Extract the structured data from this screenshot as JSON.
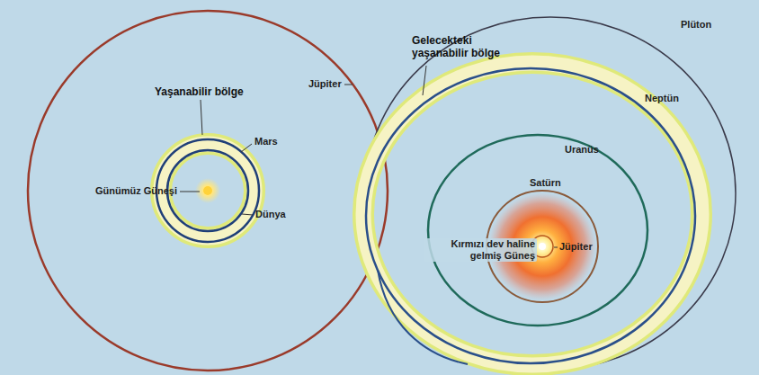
{
  "diagram": {
    "labels": [
      "Jüpiter",
      "Yaşanabilir bölge",
      "Mars",
      "Günümüz Güneşi",
      "Dünya",
      "Plüton",
      "Gelecekteki yaşanabilir bölge",
      "Neptün",
      "Uranüs",
      "Satürn",
      "Kırmızı dev haline gelmiş Güneş",
      "Jüpiter"
    ]
  }
}
